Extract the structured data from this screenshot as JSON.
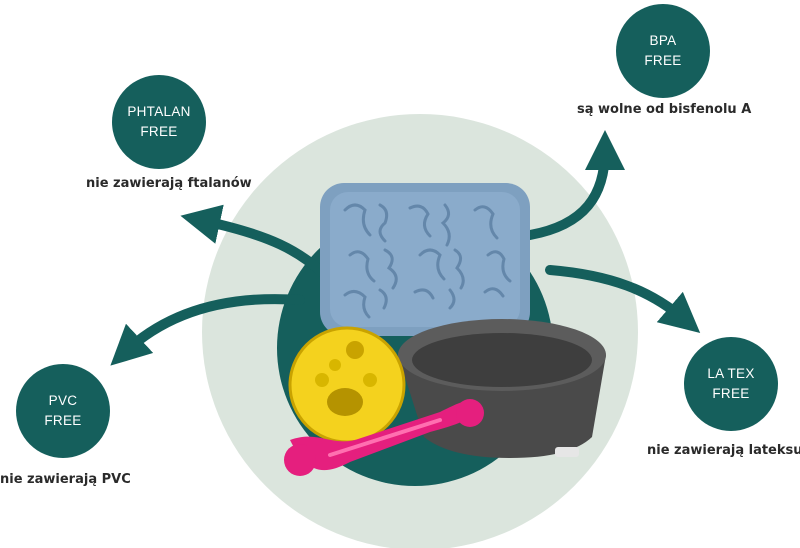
{
  "colors": {
    "teal": "#155f5c",
    "light_circle": "#dbe5dd",
    "caption_text": "#2a2a2a"
  },
  "badges": [
    {
      "line1": "PHTALAN",
      "line2": "FREE",
      "caption": "nie zawierają ftalanów"
    },
    {
      "line1": "BPA",
      "line2": "FREE",
      "caption": "są wolne od bisfenolu A"
    },
    {
      "line1": "PVC",
      "line2": "FREE",
      "caption": "nie zawierają PVC"
    },
    {
      "line1": "LA TEX",
      "line2": "FREE",
      "caption": "nie zawierają lateksu"
    }
  ],
  "products": [
    "lick-mat",
    "treat-ball",
    "chew-bone",
    "food-bowl"
  ]
}
